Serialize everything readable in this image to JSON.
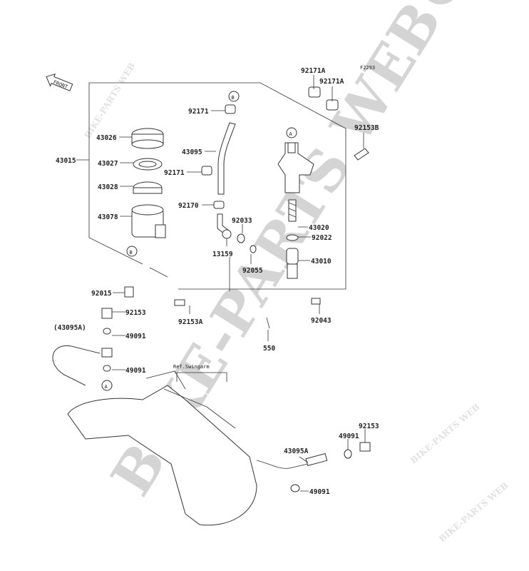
{
  "diagram_code": "F2293",
  "front_label": "FRONT",
  "ref_note": "Ref.Swingarm",
  "watermark": "BIKE-PARTS WEB",
  "watermark_large": "BIKE-PARTS WEB©",
  "markers": {
    "a": "A",
    "b": "B"
  },
  "labels": [
    "92171A",
    "92171A",
    "92153B",
    "92171",
    "43026",
    "43095",
    "43015",
    "43027",
    "92171",
    "43028",
    "92170",
    "43078",
    "92033",
    "43020",
    "92022",
    "13159",
    "43010",
    "92055",
    "92015",
    "92153",
    "92153A",
    "92043",
    "(43095A)",
    "49091",
    "550",
    "49091",
    "92153",
    "49091",
    "43095A",
    "49091"
  ]
}
